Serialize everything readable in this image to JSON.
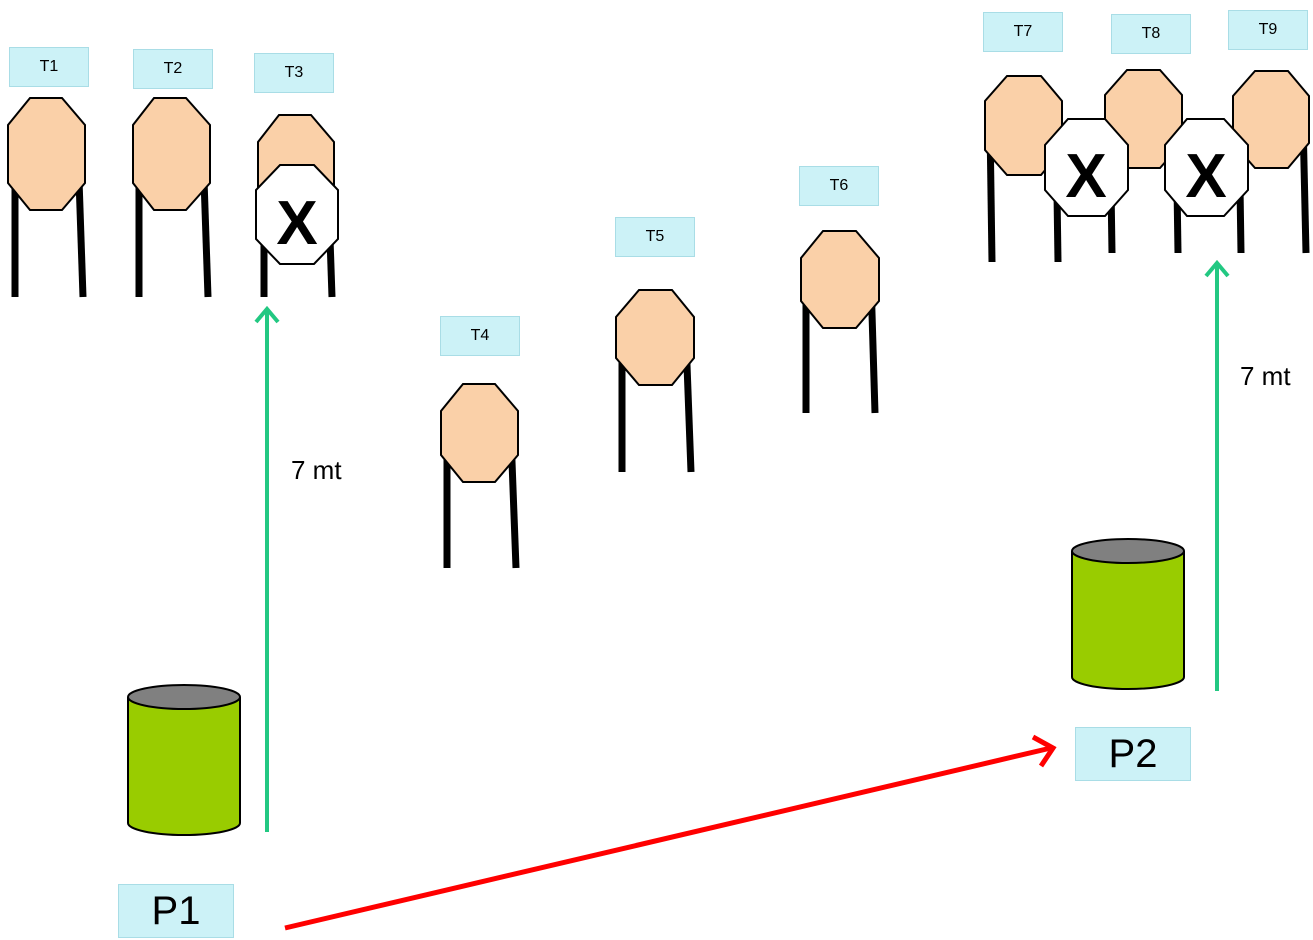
{
  "targets": {
    "t1": "T1",
    "t2": "T2",
    "t3": "T3",
    "t4": "T4",
    "t5": "T5",
    "t6": "T6",
    "t7": "T7",
    "t8": "T8",
    "t9": "T9"
  },
  "positions": {
    "p1": "P1",
    "p2": "P2"
  },
  "distance_left": "7 mt",
  "distance_right": "7 mt",
  "no_shoot_symbol": "X",
  "colors": {
    "target_fill": "#fad0a8",
    "tag_fill": "#ccf2f7",
    "barrel_fill": "#99cc00",
    "barrel_top": "#808080",
    "distance_arrow": "#22c882",
    "move_arrow": "#ff0000"
  }
}
